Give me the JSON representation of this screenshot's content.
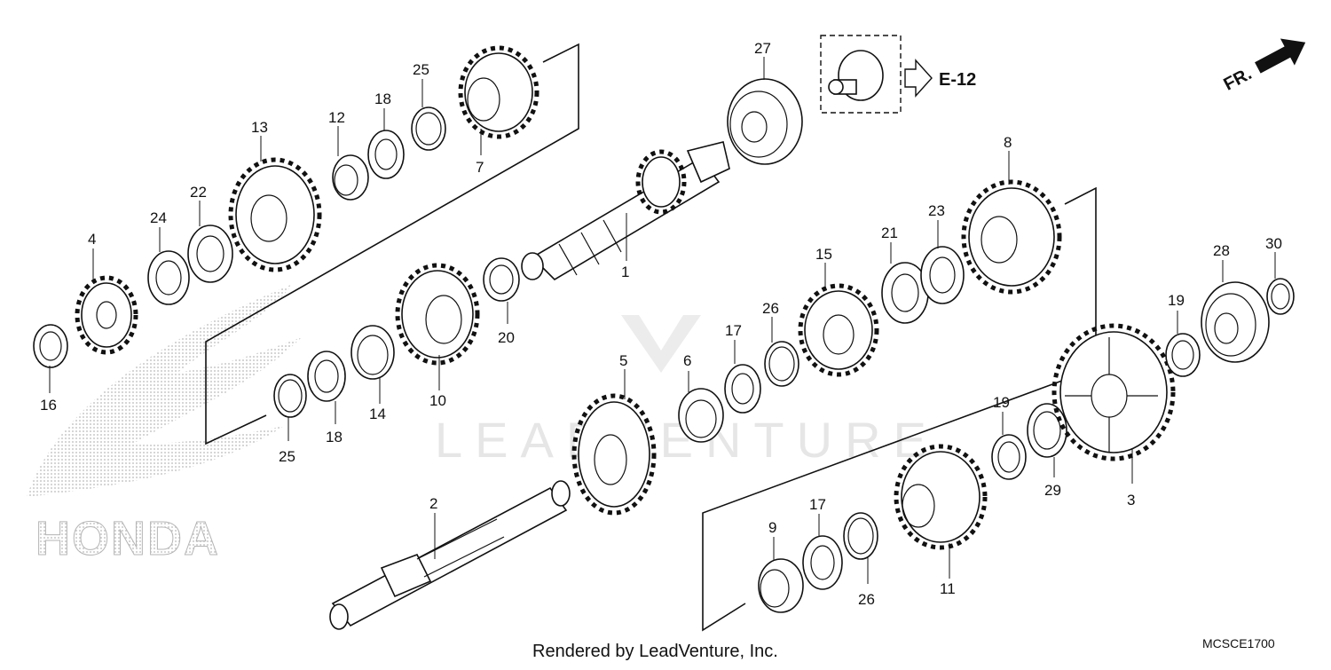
{
  "diagram": {
    "labels": [
      "1",
      "2",
      "3",
      "4",
      "5",
      "6",
      "7",
      "8",
      "9",
      "10",
      "11",
      "12",
      "13",
      "14",
      "15",
      "16",
      "17",
      "17",
      "18",
      "18",
      "19",
      "19",
      "20",
      "21",
      "22",
      "23",
      "24",
      "25",
      "25",
      "26",
      "26",
      "27",
      "28",
      "29",
      "30"
    ],
    "reference": {
      "text": "E-12"
    },
    "direction": {
      "text": "FR."
    },
    "footer": {
      "rendered_by": "Rendered by LeadVenture, Inc.",
      "code": "MCSCE1700"
    },
    "watermark": {
      "text": "LEADVENTURE"
    },
    "brand": {
      "text": "HONDA"
    },
    "colors": {
      "line": "#111111",
      "watermark": "#e6e6e6",
      "logo_dots": "#b5b5b5"
    }
  }
}
